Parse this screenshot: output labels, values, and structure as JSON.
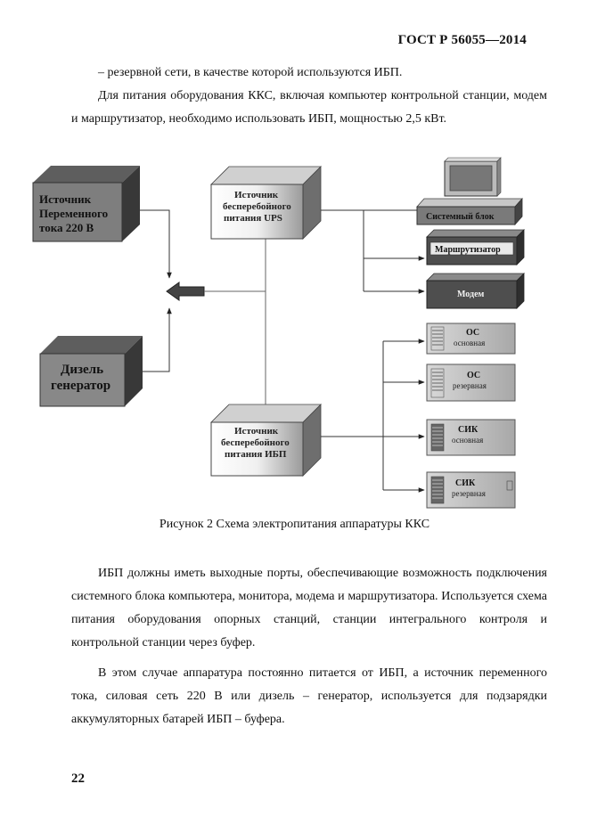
{
  "header": {
    "code": "ГОСТ Р  56055—2014"
  },
  "body_top": {
    "p1": "– резервной сети, в качестве которой используются ИБП.",
    "p2": "Для питания оборудования ККС, включая компьютер контрольной станции, модем и маршрутизатор, необходимо использовать ИБП, мощностью 2,5 кВт."
  },
  "diagram": {
    "ac_source": [
      "Источник",
      "Переменного",
      "тока 220 В"
    ],
    "diesel": [
      "Дизель",
      "генератор"
    ],
    "ups_top": [
      "Источник",
      "бесперебойного",
      "питания UPS"
    ],
    "ups_bottom": [
      "Источник",
      "бесперебойного",
      "питания ИБП"
    ],
    "system_unit": "Системный блок",
    "router": "Маршрутизатор",
    "modem": "Модем",
    "os_main": [
      "ОС",
      "основная"
    ],
    "os_reserve": [
      "ОС",
      "резервная"
    ],
    "sik_main": [
      "СИК",
      "основная"
    ],
    "sik_reserve": [
      "СИК",
      "резервная"
    ]
  },
  "figure_caption": "Рисунок 2 Схема электропитания аппаратуры ККС",
  "body_bottom": {
    "p3": "ИБП должны иметь выходные порты, обеспечивающие возможность подключения системного блока компьютера, монитора, модема и маршрутизатора. Используется схема питания оборудования опорных станций, станции интегрального контроля и контрольной станции через буфер.",
    "p4": "В этом случае аппаратура постоянно питается от ИБП, а источник переменного тока, силовая сеть 220 В или дизель – генератор, используется для подзарядки аккумуляторных батарей ИБП – буфера."
  },
  "page_number": "22"
}
